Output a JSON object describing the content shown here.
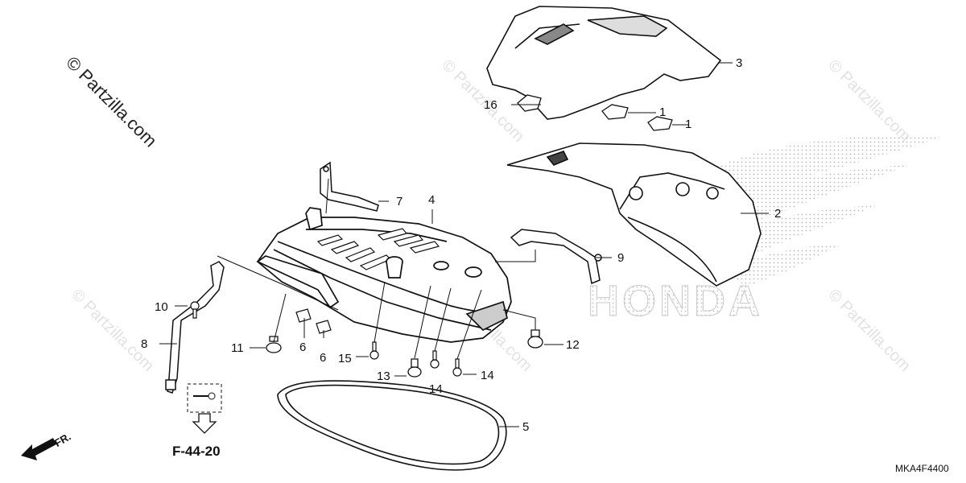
{
  "watermarks": {
    "main": "© Partzilla.com",
    "faint": "© Partzilla.com"
  },
  "brand_text": "HONDA",
  "direction_label": "FR.",
  "reference": "F-44-20",
  "diagram_code": "MKA4F4400",
  "callouts": {
    "c1a": "1",
    "c1b": "1",
    "c2": "2",
    "c3": "3",
    "c4": "4",
    "c5": "5",
    "c6a": "6",
    "c6b": "6",
    "c7": "7",
    "c8": "8",
    "c9": "9",
    "c10": "10",
    "c11": "11",
    "c12": "12",
    "c13": "13",
    "c14a": "14",
    "c14b": "14",
    "c15": "15",
    "c16": "16"
  },
  "colors": {
    "line": "#111111",
    "watermark": "#e2e2e2",
    "dots": "#bdbdbd"
  }
}
